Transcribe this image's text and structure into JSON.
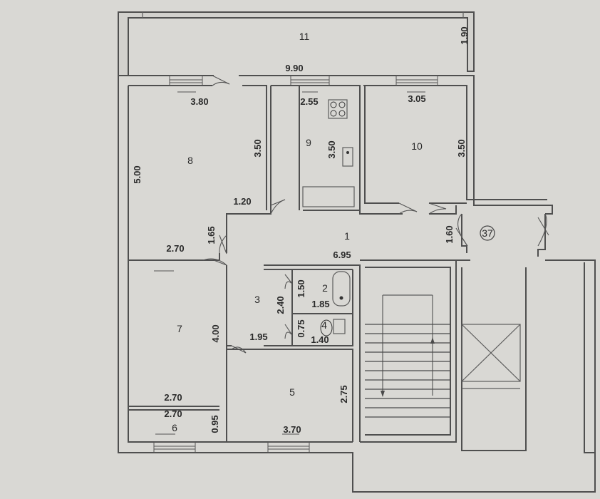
{
  "rooms": {
    "r1": "1",
    "r2": "2",
    "r3": "3",
    "r4": "4",
    "r5": "5",
    "r6": "6",
    "r7": "7",
    "r8": "8",
    "r9": "9",
    "r10": "10",
    "r11": "11",
    "r37": "37"
  },
  "dimensions": {
    "top_length": "9.90",
    "balcony_depth": "1.90",
    "room8_width": "3.80",
    "room8_height": "5.00",
    "room8_inner_height": "3.50",
    "room8_offset": "1.20",
    "room9_width": "2.55",
    "room9_height": "3.50",
    "room10_width": "3.05",
    "room10_height": "3.50",
    "hall_height": "1.65",
    "hall_width": "6.95",
    "lobby_height": "1.60",
    "room7_top_width": "2.70",
    "room7_height": "4.00",
    "room7_bottom_width": "2.70",
    "room6_width": "2.70",
    "room6_height": "0.95",
    "room3_height": "2.40",
    "room3_width": "1.95",
    "room2_height": "1.50",
    "room2_width": "1.85",
    "room4_height": "0.75",
    "room4_width": "1.40",
    "room5_width": "3.70",
    "room5_height": "2.75"
  }
}
